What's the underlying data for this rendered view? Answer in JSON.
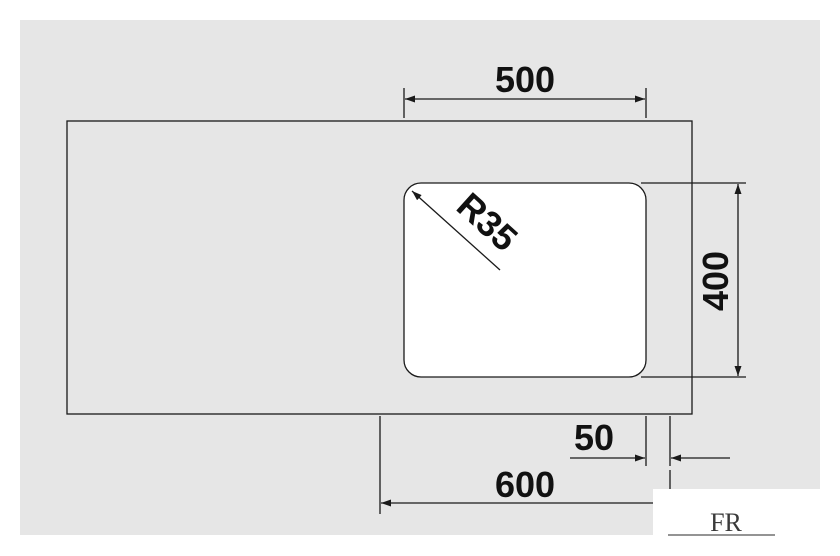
{
  "diagram": {
    "dimensions": {
      "bowl_width": "500",
      "bowl_height": "400",
      "corner_radius": "R35",
      "offset": "50",
      "cabinet_width": "600"
    },
    "logo": {
      "text": "FR",
      "icon": "monogram-logo"
    },
    "colors": {
      "background": "#e6e6e6",
      "countertop": "#e6e6e6",
      "bowl": "#ffffff",
      "line": "#1a1a1a"
    }
  }
}
